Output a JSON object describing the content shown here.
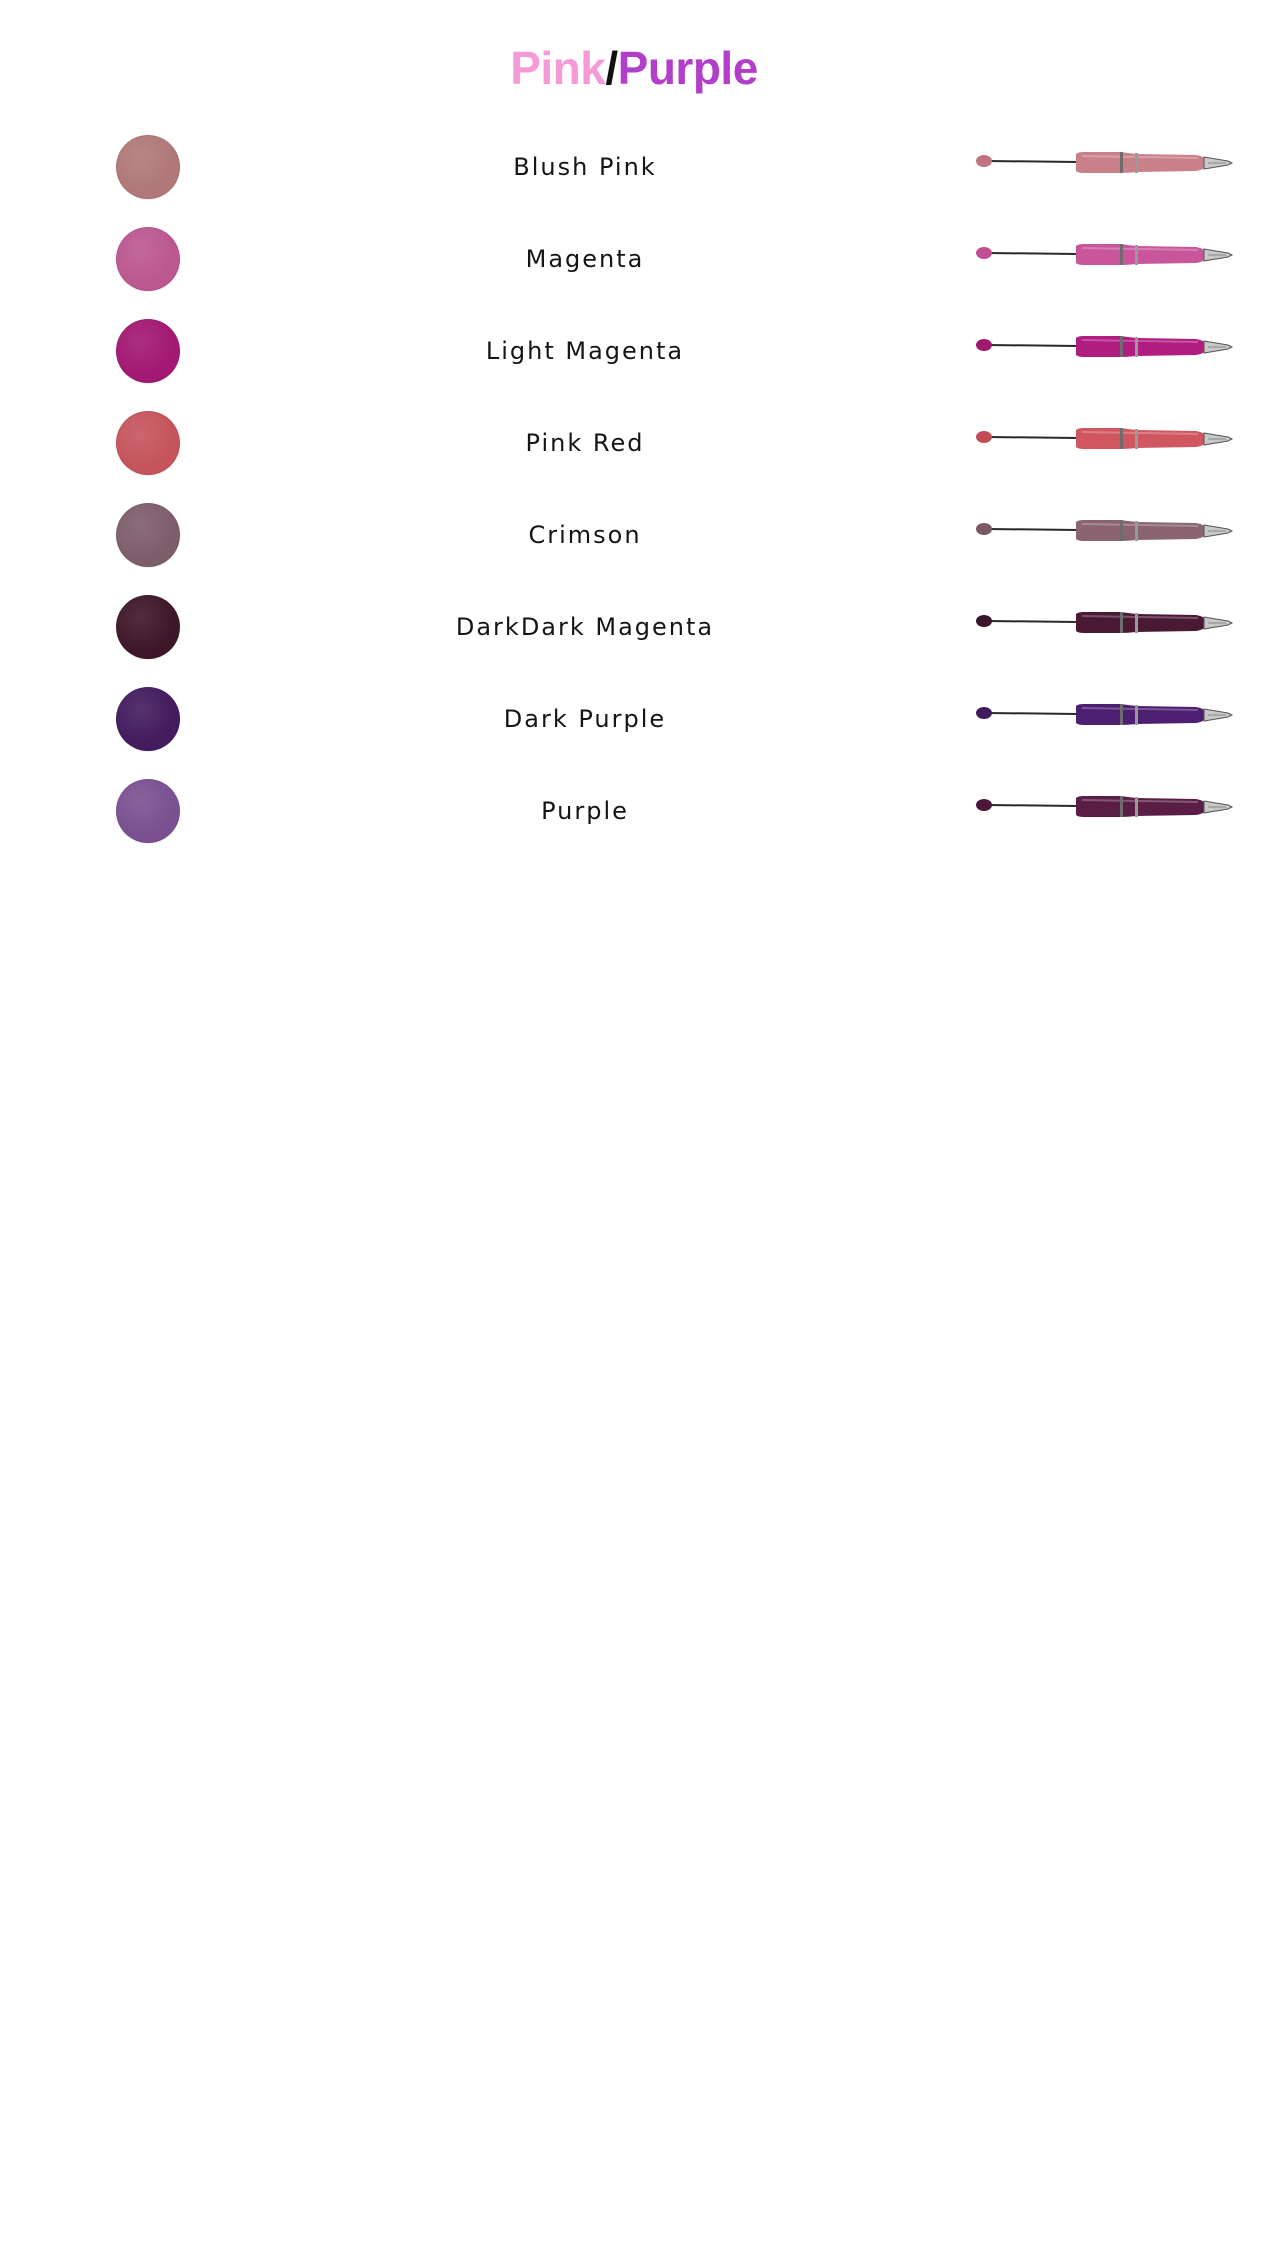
{
  "header": {
    "title_part1": "Pink",
    "title_separator": "/",
    "title_part2": "Purple",
    "title_part1_color": "#f59ad6",
    "title_part2_color": "#b23fc9"
  },
  "colors": [
    {
      "name": "Blush Pink",
      "swatch": "#b07878",
      "pen_body": "#c98089",
      "pen_bead": "#c07480",
      "icon": "pen-icon"
    },
    {
      "name": "Magenta",
      "swatch": "#bc5790",
      "pen_body": "#c9559a",
      "pen_bead": "#c04d90",
      "icon": "pen-icon"
    },
    {
      "name": "Light Magenta",
      "swatch": "#a21872",
      "pen_body": "#b01c80",
      "pen_bead": "#a0176f",
      "icon": "pen-icon"
    },
    {
      "name": "Pink Red",
      "swatch": "#c5545c",
      "pen_body": "#d05660",
      "pen_bead": "#c24c56",
      "icon": "pen-icon"
    },
    {
      "name": "Crimson",
      "swatch": "#7e5d6b",
      "pen_body": "#8a6470",
      "pen_bead": "#7a5864",
      "icon": "pen-icon"
    },
    {
      "name": "DarkDark Magenta",
      "swatch": "#3d1729",
      "pen_body": "#4a1a34",
      "pen_bead": "#3a1428",
      "icon": "pen-icon"
    },
    {
      "name": "Dark Purple",
      "swatch": "#431b5e",
      "pen_body": "#4c1f70",
      "pen_bead": "#401a5c",
      "icon": "pen-icon"
    },
    {
      "name": "Purple",
      "swatch": "#7a5091",
      "pen_body": "#5a1e46",
      "pen_bead": "#4a183a",
      "icon": "pen-icon"
    }
  ]
}
